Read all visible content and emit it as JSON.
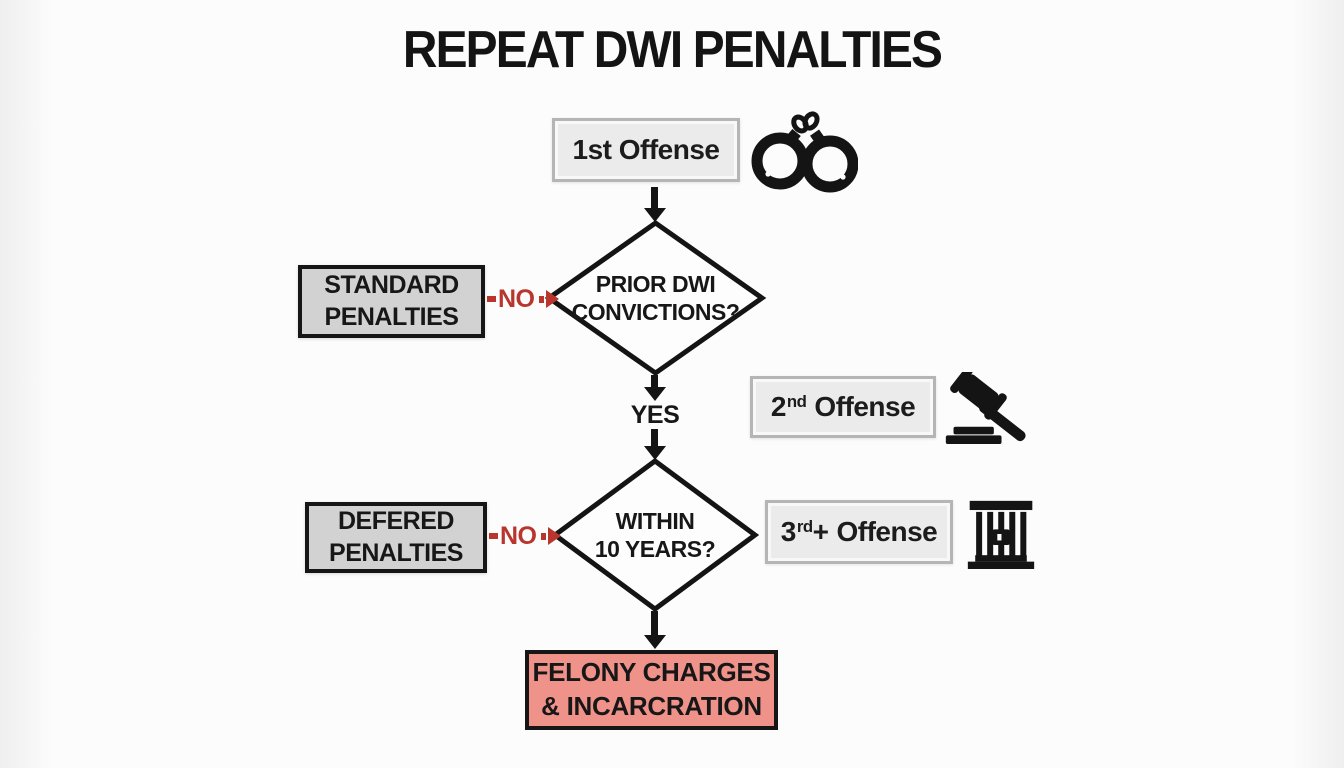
{
  "title": "REPEAT DWI PENALTIES",
  "nodes": {
    "offense1": {
      "label": "1st Offense"
    },
    "decision1": {
      "line1": "PRIOR DWI",
      "line2": "CONVICTIONS?"
    },
    "standard_penalties": {
      "line1": "STANDARD",
      "line2": "PENALTIES"
    },
    "offense2": {
      "num": "2",
      "sup": "nd",
      "rest": "Offense"
    },
    "decision2": {
      "line1": "WITHIN",
      "line2": "10 YEARS?"
    },
    "deferred_penalties": {
      "line1": "DEFERED",
      "line2": "PENALTIES"
    },
    "offense3": {
      "num": "3",
      "sup": "rd",
      "plus": "+",
      "rest": "Offense"
    },
    "felony": {
      "line1": "FELONY CHARGES",
      "line2": "& INCARCRATION"
    }
  },
  "edges": {
    "no1": "NO",
    "yes": "YES",
    "no2": "NO"
  },
  "icons": {
    "offense1": "handcuffs-icon",
    "offense2": "gavel-icon",
    "offense3": "jail-bars-icon"
  },
  "colors": {
    "background": "#fcfcfc",
    "line": "#141414",
    "offense_fill": "#ebebeb",
    "offense_border": "#b5b5b5",
    "penalty_fill": "#d2d2d2",
    "felony_fill": "#ef928a",
    "accent_red": "#b8362d"
  }
}
